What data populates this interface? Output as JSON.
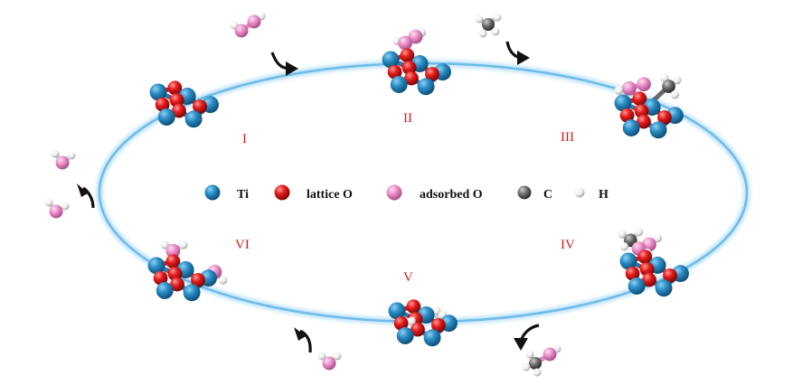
{
  "colors": {
    "ti": "#1f7fb5",
    "lattice_o": "#e01818",
    "adsorbed_o": "#e887c4",
    "carbon": "#6a6a6a",
    "hydrogen": "#f2f2f2",
    "cycle": "#7fc4ee",
    "arrow": "#111111",
    "label": "#cc1f1f"
  },
  "steps": {
    "s1": "I",
    "s2": "II",
    "s3": "III",
    "s4": "IV",
    "s5": "V",
    "s6": "VI"
  },
  "legend": {
    "ti": "Ti",
    "lattice_o": "lattice  O",
    "adsorbed_o": "adsorbed  O",
    "carbon": "C",
    "hydrogen": "H"
  }
}
